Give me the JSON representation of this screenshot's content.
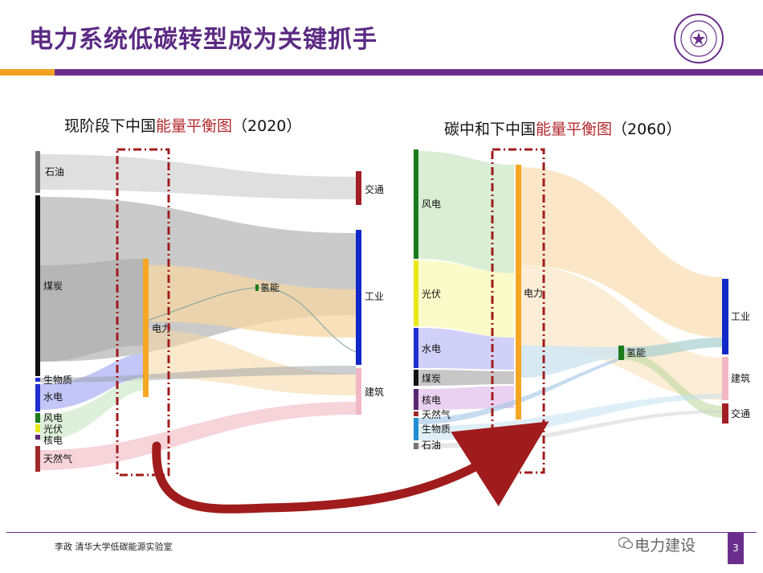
{
  "slide": {
    "title": "电力系统低碳转型成为关键抓手",
    "footer": "李政 清华大学低碳能源实验室",
    "watermark": "电力建设",
    "page_number": "3"
  },
  "left_diagram": {
    "heading_prefix": "现阶段下中国",
    "heading_highlight": "能量平衡图",
    "heading_suffix": "（2020）",
    "sources": [
      "石油",
      "煤炭",
      "生物质",
      "水电",
      "风电",
      "光伏",
      "核电",
      "天然气"
    ],
    "hubs": [
      "电力",
      "氢能"
    ],
    "sinks": [
      "交通",
      "工业",
      "建筑"
    ]
  },
  "right_diagram": {
    "heading_prefix": "碳中和下中国",
    "heading_highlight": "能量平衡图",
    "heading_suffix": "（2060）",
    "sources": [
      "风电",
      "光伏",
      "水电",
      "煤炭",
      "核电",
      "天然气",
      "生物质",
      "石油"
    ],
    "hubs": [
      "电力",
      "氢能"
    ],
    "sinks": [
      "工业",
      "建筑",
      "交通"
    ]
  },
  "colors": {
    "title": "#5b2a83",
    "accent_orange": "#f2a11f",
    "accent_purple": "#6a2f8c",
    "highlight_red": "#b3282d",
    "petroleum": "#777777",
    "coal": "#111111",
    "hydro": "#1f2fd1",
    "wind": "#1b7a1b",
    "solar": "#e8e81a",
    "nuclear": "#5a2670",
    "gas": "#a02a2a",
    "electricity": "#f5a623",
    "hydrogen": "#1b7a1b",
    "transport": "#a11f24",
    "industry": "#1128c9",
    "building": "#f2b7c4"
  }
}
